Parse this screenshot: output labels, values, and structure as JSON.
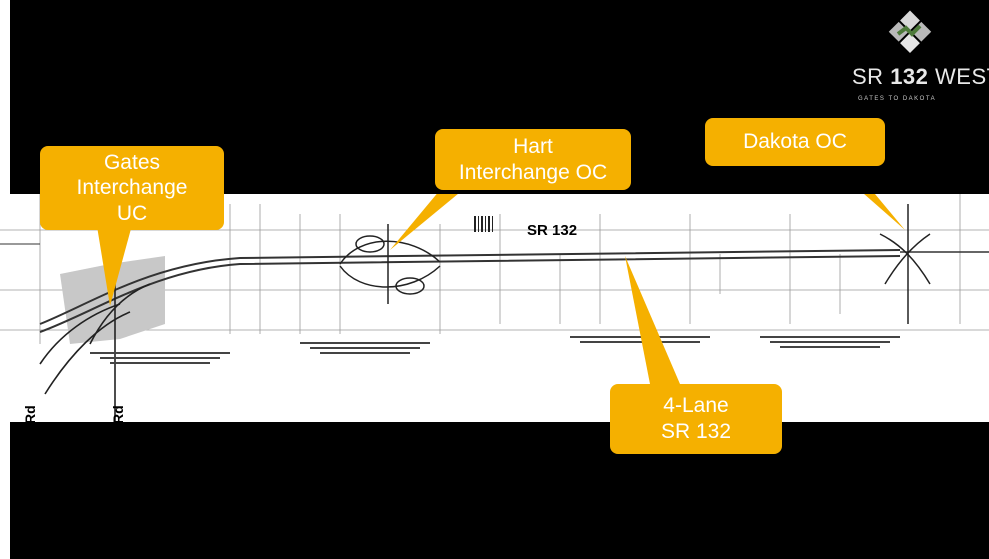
{
  "logo": {
    "title_prefix": "SR ",
    "title_bold": "132",
    "title_suffix": " WEST",
    "subtitle": "GATES TO DAKOTA"
  },
  "map": {
    "road_label": "SR 132",
    "side_labels": [
      "Rd",
      "Rd"
    ]
  },
  "callouts": {
    "gates": "Gates\nInterchange\nUC",
    "hart": "Hart\nInterchange OC",
    "dakota": "Dakota OC",
    "four_lane": "4-Lane\nSR 132"
  },
  "colors": {
    "callout": "#f5b000",
    "background": "#000000",
    "map": "#ffffff"
  }
}
